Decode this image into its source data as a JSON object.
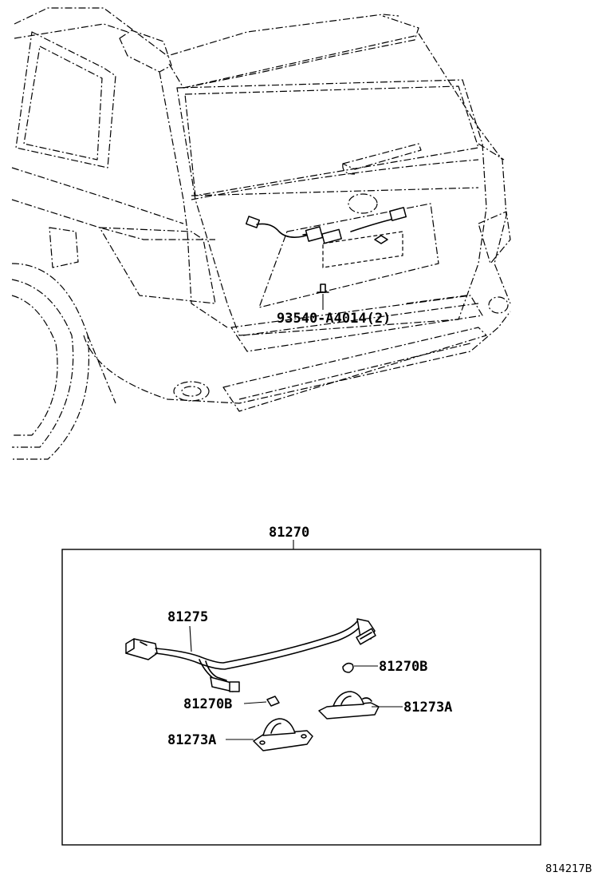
{
  "callouts": {
    "screw": "93540-A4014(2)",
    "assembly": "81270",
    "wire": "81275",
    "bulb_right": "81270B",
    "bulb_left": "81270B",
    "lens_right": "81273A",
    "lens_left": "81273A"
  },
  "figure_code": "814217B"
}
